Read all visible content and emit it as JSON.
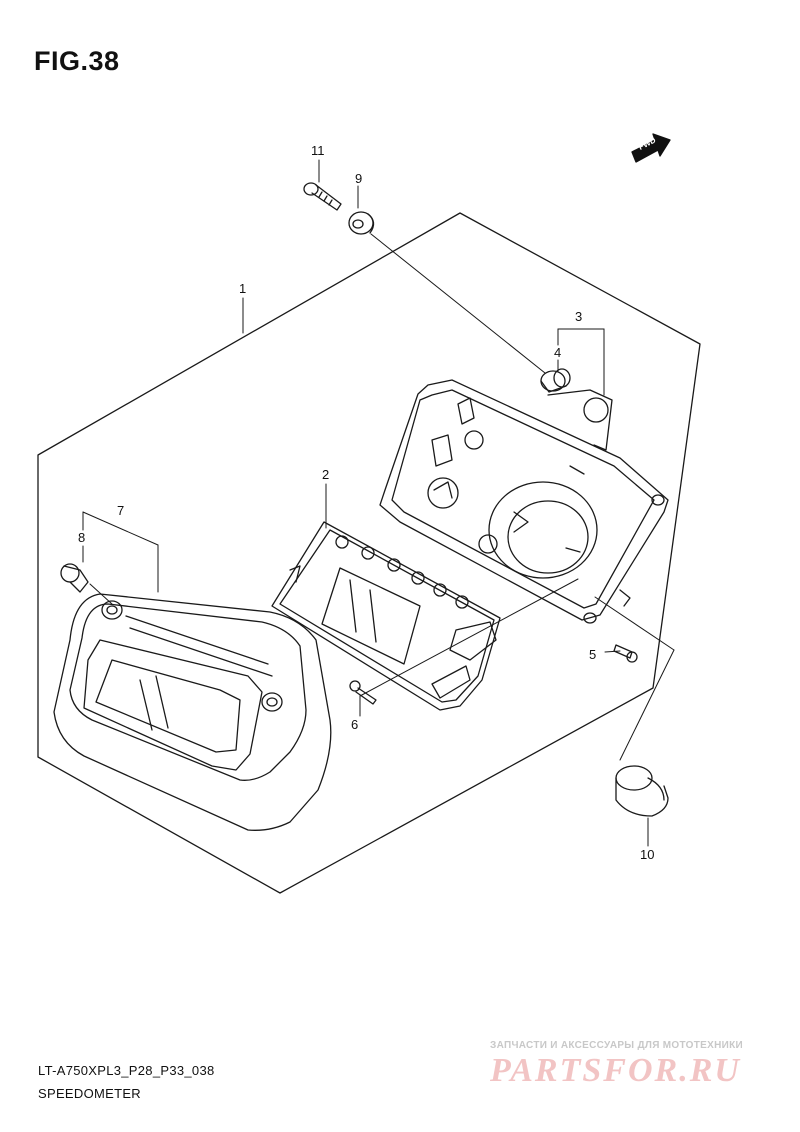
{
  "figure": {
    "title": "FIG.38"
  },
  "fwd_badge": {
    "label": "FWD"
  },
  "callouts": [
    {
      "id": "1",
      "label": "1"
    },
    {
      "id": "2",
      "label": "2"
    },
    {
      "id": "3",
      "label": "3"
    },
    {
      "id": "4",
      "label": "4"
    },
    {
      "id": "5",
      "label": "5"
    },
    {
      "id": "6",
      "label": "6"
    },
    {
      "id": "7",
      "label": "7"
    },
    {
      "id": "8",
      "label": "8"
    },
    {
      "id": "9",
      "label": "9"
    },
    {
      "id": "10",
      "label": "10"
    },
    {
      "id": "11",
      "label": "11"
    }
  ],
  "footer": {
    "code": "LT-A750XPL3_P28_P33_038",
    "name": "SPEEDOMETER"
  },
  "watermark": {
    "tagline": "ЗАПЧАСТИ И АКСЕССУАРЫ ДЛЯ МОТОТЕХНИКИ",
    "brand": "PARTSFOR.RU"
  }
}
